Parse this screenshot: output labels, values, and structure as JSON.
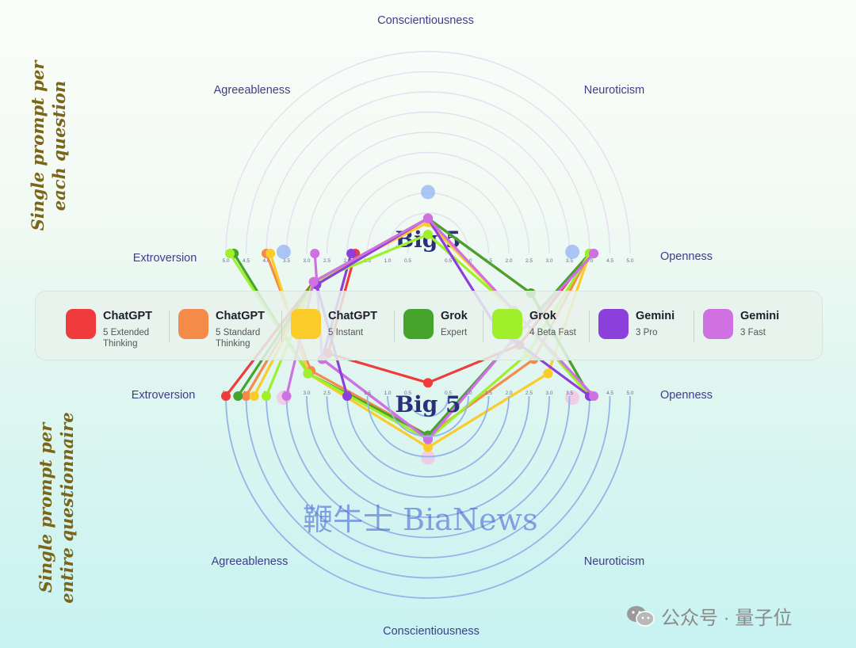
{
  "colors": {
    "chatgpt_ext": "#ef3b3b",
    "chatgpt_std": "#f58b49",
    "chatgpt_inst": "#fbcb2a",
    "grok_expert": "#46a32b",
    "grok_beta": "#a0ef2b",
    "gemini_pro": "#8c3fdb",
    "gemini_fast": "#cf71e3"
  },
  "titles": {
    "top": [
      "Single prompt per",
      "each question"
    ],
    "bottom": [
      "Single prompt per",
      "entire questionnaire"
    ]
  },
  "legend": [
    {
      "name": "ChatGPT",
      "sub": "5 Extended Thinking",
      "color": "#ef3b3b"
    },
    {
      "name": "ChatGPT",
      "sub": "5 Standard Thinking",
      "color": "#f58b49"
    },
    {
      "name": "ChatGPT",
      "sub": "5 Instant",
      "color": "#fbcb2a"
    },
    {
      "name": "Grok",
      "sub": "Expert",
      "color": "#46a32b"
    },
    {
      "name": "Grok",
      "sub": "4 Beta Fast",
      "color": "#a0ef2b"
    },
    {
      "name": "Gemini",
      "sub": "3 Pro",
      "color": "#8c3fdb"
    },
    {
      "name": "Gemini",
      "sub": "3 Fast",
      "color": "#cf71e3"
    }
  ],
  "watermark": "鞭牛士 BiaNews",
  "credit": "公众号 · 量子位",
  "chart_data": [
    {
      "type": "radar",
      "title": "Big 5",
      "axes": [
        "Extroversion",
        "Agreeableness",
        "Conscientiousness",
        "Neuroticism",
        "Openness"
      ],
      "range": [
        0,
        5
      ],
      "ticks": [
        "5.0",
        "4.5",
        "4.0",
        "3.5",
        "3.0",
        "2.5",
        "2.0",
        "1.5",
        "1.0",
        "0.5"
      ],
      "ticks_right": [
        "0.5",
        "1.0",
        "1.5",
        "2.0",
        "2.5",
        "3.0",
        "3.5",
        "4.0",
        "4.5",
        "5.0"
      ],
      "series": [
        {
          "name": "ChatGPT 5 Extended Thinking",
          "color": "#ef3b3b",
          "values": [
            1.8,
            3.5,
            3.2,
            3.2,
            4.0
          ]
        },
        {
          "name": "ChatGPT 5 Standard Thinking",
          "color": "#f58b49",
          "values": [
            4.0,
            4.1,
            4.5,
            3.7,
            4.0
          ]
        },
        {
          "name": "ChatGPT 5 Instant",
          "color": "#fbcb2a",
          "values": [
            3.9,
            4.2,
            4.8,
            4.2,
            4.0
          ]
        },
        {
          "name": "Grok Expert",
          "color": "#46a32b",
          "values": [
            4.8,
            4.2,
            4.5,
            3.0,
            4.0
          ]
        },
        {
          "name": "Grok 4 Beta Fast",
          "color": "#a0ef2b",
          "values": [
            4.9,
            4.2,
            4.6,
            3.5,
            4.0
          ]
        },
        {
          "name": "Gemini 3 Pro",
          "color": "#8c3fdb",
          "values": [
            1.9,
            3.7,
            4.6,
            3.0,
            4.1
          ]
        },
        {
          "name": "Gemini 3 Fast",
          "color": "#cf71e3",
          "values": [
            2.8,
            3.7,
            4.6,
            3.0,
            4.1
          ]
        }
      ]
    },
    {
      "type": "radar",
      "title": "Big 5",
      "axes": [
        "Extroversion",
        "Agreeableness",
        "Conscientiousness",
        "Neuroticism",
        "Openness"
      ],
      "range": [
        0,
        5
      ],
      "ticks": [
        "5.0",
        "4.5",
        "4.0",
        "3.5",
        "3.0",
        "2.5",
        "2.0",
        "1.5",
        "1.0",
        "0.5"
      ],
      "ticks_right": [
        "0.5",
        "1.0",
        "1.5",
        "2.0",
        "2.5",
        "3.0",
        "3.5",
        "4.0",
        "4.5",
        "5.0"
      ],
      "series": [
        {
          "name": "ChatGPT 5 Extended Thinking",
          "color": "#ef3b3b",
          "values": [
            5.0,
            4.0,
            4.4,
            3.6,
            4.0
          ]
        },
        {
          "name": "ChatGPT 5 Standard Thinking",
          "color": "#f58b49",
          "values": [
            4.5,
            4.0,
            4.4,
            3.0,
            4.0
          ]
        },
        {
          "name": "ChatGPT 5 Instant",
          "color": "#fbcb2a",
          "values": [
            4.3,
            4.0,
            4.3,
            3.0,
            4.0
          ]
        },
        {
          "name": "Grok Expert",
          "color": "#46a32b",
          "values": [
            4.7,
            4.0,
            4.4,
            3.6,
            4.0
          ]
        },
        {
          "name": "Grok 4 Beta Fast",
          "color": "#a0ef2b",
          "values": [
            4.0,
            4.0,
            4.0,
            3.0,
            4.0
          ]
        },
        {
          "name": "Gemini 3 Pro",
          "color": "#8c3fdb",
          "values": [
            2.0,
            3.9,
            4.4,
            2.4,
            4.0
          ]
        },
        {
          "name": "Gemini 3 Fast",
          "color": "#cf71e3",
          "values": [
            3.5,
            4.0,
            4.4,
            3.0,
            4.1
          ]
        }
      ]
    }
  ]
}
